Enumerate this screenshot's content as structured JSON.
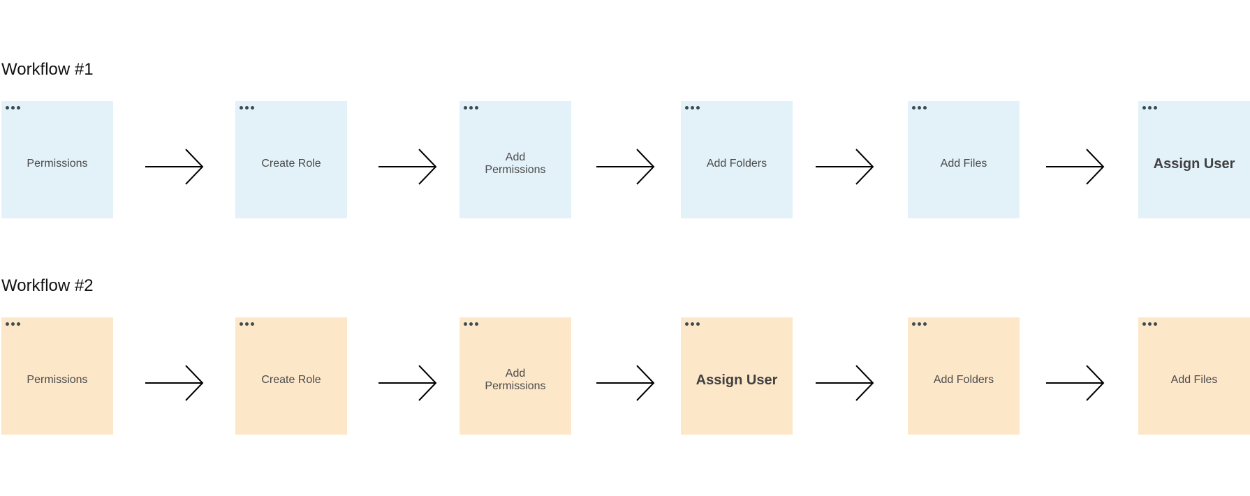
{
  "workflows": [
    {
      "title": "Workflow #1",
      "color": "#e3f2f8",
      "steps": [
        {
          "label": "Permissions",
          "emphasis": false
        },
        {
          "label": "Create Role",
          "emphasis": false
        },
        {
          "label": "Add Permissions",
          "emphasis": false
        },
        {
          "label": "Add Folders",
          "emphasis": false
        },
        {
          "label": "Add Files",
          "emphasis": false
        },
        {
          "label": "Assign User",
          "emphasis": true
        }
      ]
    },
    {
      "title": "Workflow #2",
      "color": "#fde7c9",
      "steps": [
        {
          "label": "Permissions",
          "emphasis": false
        },
        {
          "label": "Create Role",
          "emphasis": false
        },
        {
          "label": "Add Permissions",
          "emphasis": false
        },
        {
          "label": "Assign User",
          "emphasis": true
        },
        {
          "label": "Add Folders",
          "emphasis": false
        },
        {
          "label": "Add Files",
          "emphasis": false
        }
      ]
    }
  ],
  "icons": {
    "card_menu": "more-horizontal-icon",
    "connector": "arrow-right-icon"
  }
}
